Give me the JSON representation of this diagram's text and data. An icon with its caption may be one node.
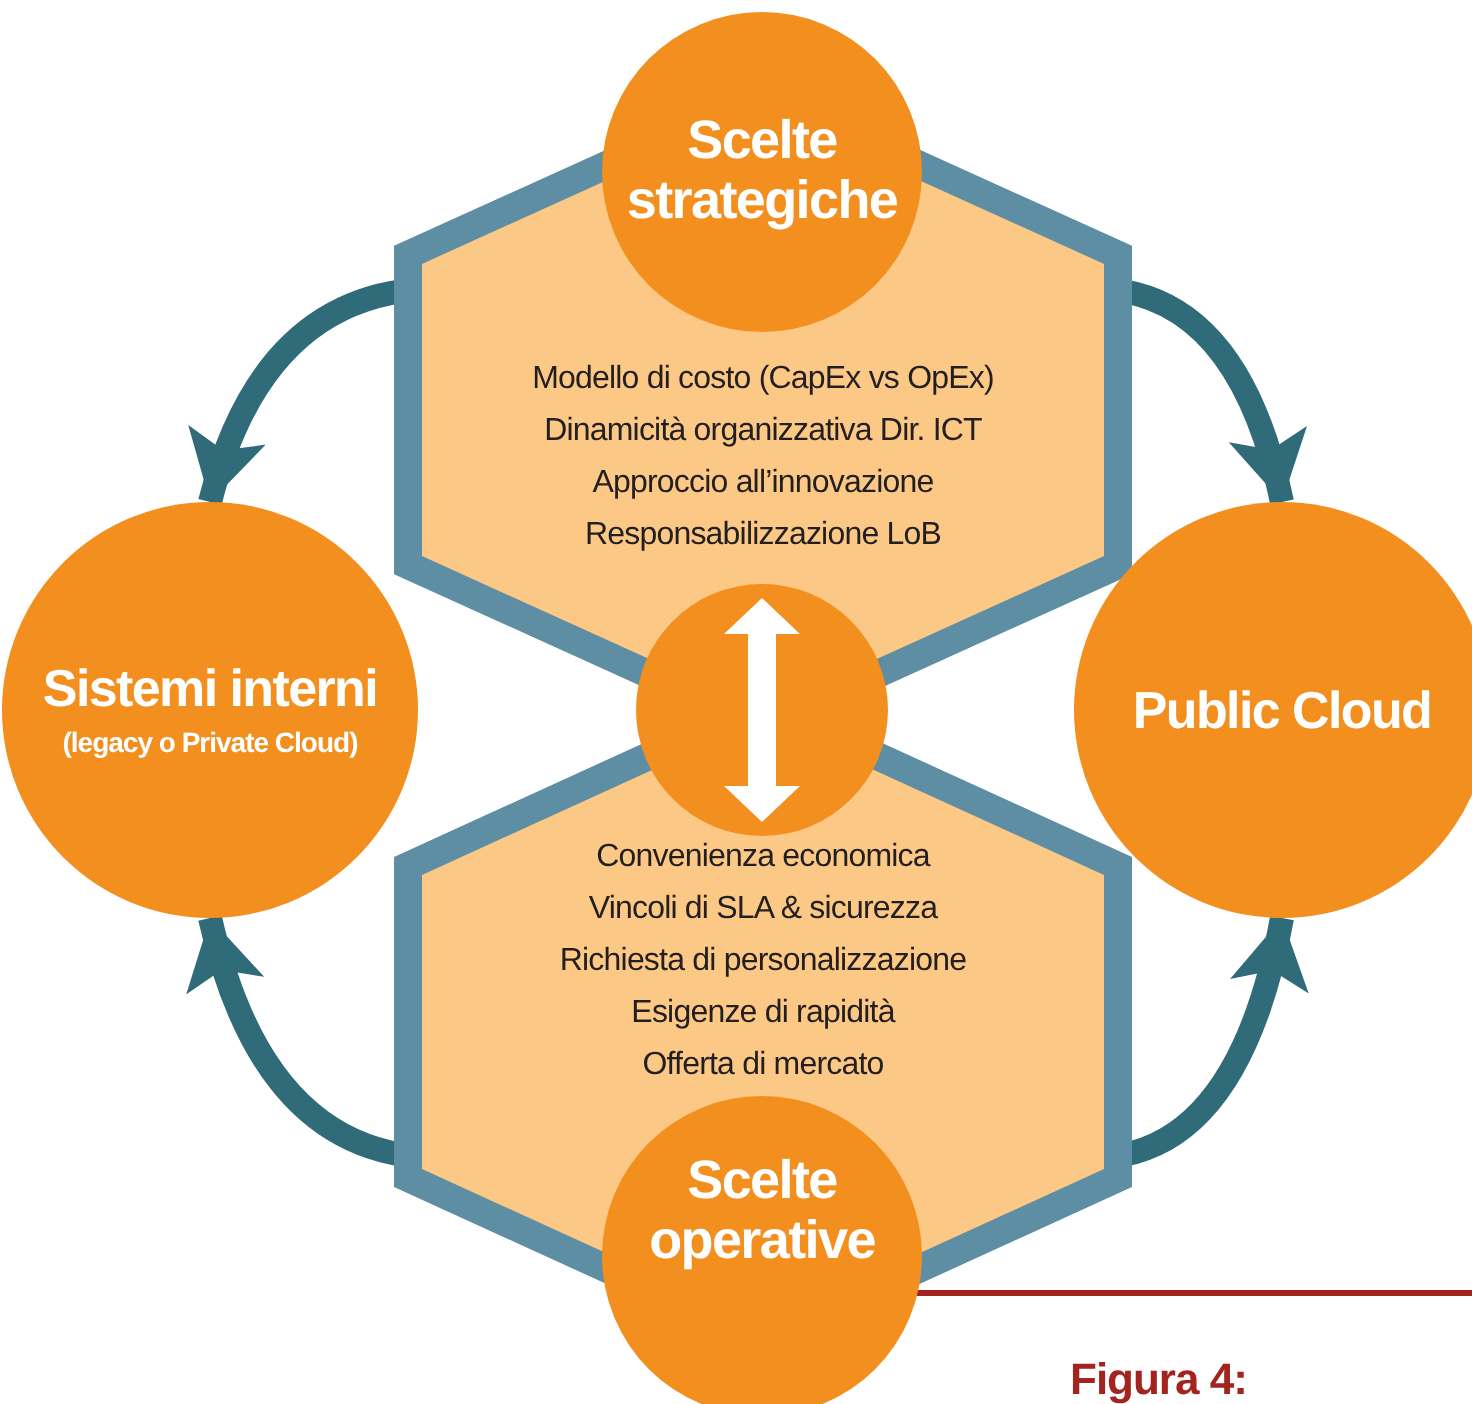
{
  "diagram": {
    "caption": "Figura 4:",
    "nodes": [
      {
        "text": [
          "Modello di costo (CapEx vs OpEx)",
          "Dinamicità organizzativa Dir. ICT",
          "Approccio all’innovazione",
          "Responsabilizzazione LoB"
        ]
      },
      {
        "text": [
          "Scelte strategiche"
        ]
      },
      {
        "text": [
          "Convenienza economica",
          "Vincoli di SLA & sicurezza",
          "Richiesta di personalizzazione",
          "Esigenze di rapidità",
          "Offerta di mercato"
        ]
      },
      {
        "text": [
          "Scelte operative"
        ]
      },
      {
        "text": [
          "Sistemi interni",
          "(legacy o Private Cloud)"
        ]
      },
      {
        "text": [
          "Public Cloud"
        ]
      },
      {
        "text": [],
        "shape": "circle"
      }
    ],
    "edges": [
      {
        "from": 0,
        "to": 4,
        "arrow": "to"
      },
      {
        "from": 0,
        "to": 5,
        "arrow": "to"
      },
      {
        "from": 2,
        "to": 4,
        "arrow": "to"
      },
      {
        "from": 2,
        "to": 5,
        "arrow": "to"
      }
    ]
  }
}
